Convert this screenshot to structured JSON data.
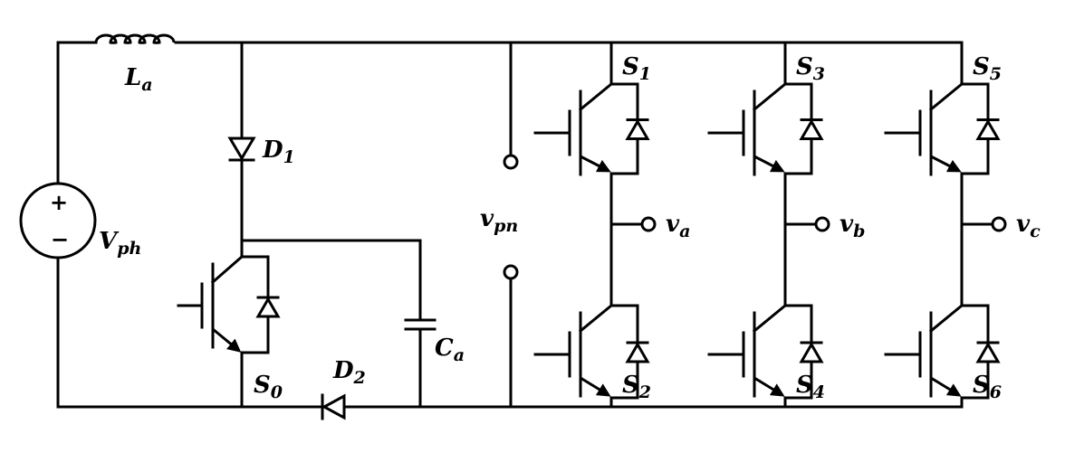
{
  "labels": {
    "inductor": {
      "main": "L",
      "sub": "a"
    },
    "diode1": {
      "main": "D",
      "sub": "1"
    },
    "diode2": {
      "main": "D",
      "sub": "2"
    },
    "source": {
      "main": "V",
      "sub": "ph"
    },
    "switch0": {
      "main": "S",
      "sub": "0"
    },
    "capacitor": {
      "main": "C",
      "sub": "a"
    },
    "dc_link": {
      "main": "v",
      "sub": "pn"
    },
    "s1": {
      "main": "S",
      "sub": "1"
    },
    "s2": {
      "main": "S",
      "sub": "2"
    },
    "s3": {
      "main": "S",
      "sub": "3"
    },
    "s4": {
      "main": "S",
      "sub": "4"
    },
    "s5": {
      "main": "S",
      "sub": "5"
    },
    "s6": {
      "main": "S",
      "sub": "6"
    },
    "out_a": {
      "main": "v",
      "sub": "a"
    },
    "out_b": {
      "main": "v",
      "sub": "b"
    },
    "out_c": {
      "main": "v",
      "sub": "c"
    }
  },
  "source_polarity": {
    "plus": "+",
    "minus": "−"
  }
}
